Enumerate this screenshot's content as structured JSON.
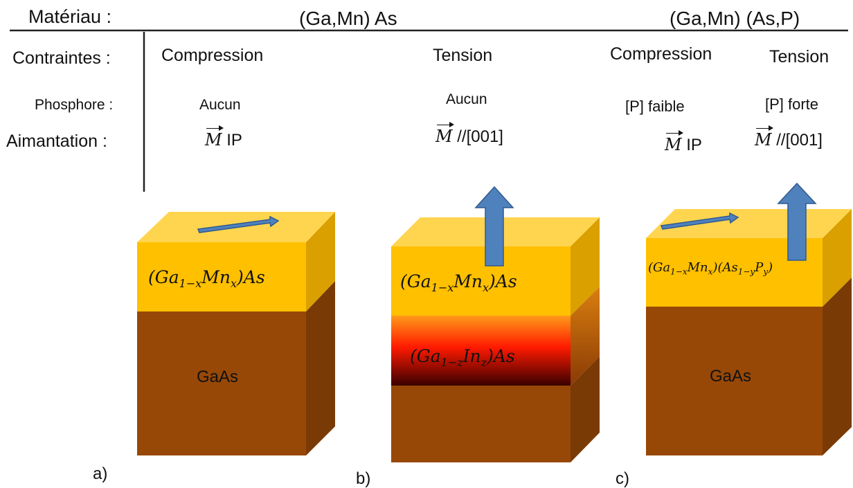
{
  "header": {
    "materiau_label": "Matériau :",
    "material_a": "(Ga,Mn) As",
    "material_b": "(Ga,Mn) (As,P)"
  },
  "rows": {
    "contraintes_label": "Contraintes :",
    "phosphore_label": "Phosphore :",
    "aimantation_label": "Aimantation :"
  },
  "columns": [
    {
      "contrainte": "Compression",
      "phosphore": "Aucun",
      "m_symbol": "M",
      "m_dir": "IP"
    },
    {
      "contrainte": "Tension",
      "phosphore": "Aucun",
      "m_symbol": "M",
      "m_dir": "//[001]"
    },
    {
      "contrainte": "Compression",
      "phosphore": "[P] faible",
      "m_symbol": "M",
      "m_dir": "IP"
    },
    {
      "contrainte": "Tension",
      "phosphore": "[P] forte",
      "m_symbol": "M",
      "m_dir": "//[001]"
    }
  ],
  "blocks": {
    "a": {
      "label": "a)",
      "layer_top": {
        "base": "Ga",
        "sub1": "1−x",
        "mid": "Mn",
        "sub2": "x",
        "end": "As"
      },
      "substrate": "GaAs"
    },
    "b": {
      "label": "b)",
      "layer_top": {
        "base": "Ga",
        "sub1": "1−x",
        "mid": "Mn",
        "sub2": "x",
        "end": "As"
      },
      "layer_mid": {
        "base": "Ga",
        "sub1": "1−z",
        "mid": "In",
        "sub2": "z",
        "end": "As"
      }
    },
    "c": {
      "label": "c)",
      "layer_top": {
        "base": "Ga",
        "sub1": "1−x",
        "mid": "Mn",
        "sub2": "x",
        "end2_base": "As",
        "end2_sub1": "1−y",
        "end2_mid": "P",
        "end2_sub2": "y"
      },
      "substrate": "GaAs"
    }
  },
  "colors": {
    "yellow_front": "#FFC000",
    "yellow_top": "#FFD54F",
    "yellow_side": "#D9A000",
    "brown_front": "#974806",
    "brown_side": "#7A3A05",
    "arrow_fill": "#4F81BD",
    "arrow_stroke": "#2F5A8E",
    "inas_top": "#FF9A1A",
    "inas_mid": "#FF1A00",
    "inas_bottom": "#3A0000"
  }
}
